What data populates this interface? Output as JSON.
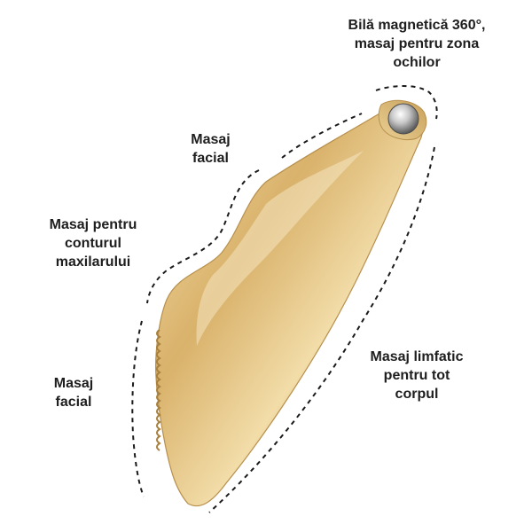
{
  "labels": {
    "eye_ball": {
      "line1": "Bilă magnetică 360°,",
      "line2": "masaj pentru zona",
      "line3": "ochilor"
    },
    "facial_top": {
      "line1": "Masaj",
      "line2": "facial"
    },
    "jawline": {
      "line1": "Masaj pentru",
      "line2": "conturul",
      "line3": "maxilarului"
    },
    "facial_bottom": {
      "line1": "Masaj",
      "line2": "facial"
    },
    "lymphatic": {
      "line1": "Masaj limfatic",
      "line2": "pentru tot",
      "line3": "corpul"
    }
  },
  "colors": {
    "gold_light": "#f7e6bd",
    "gold_mid": "#d9b26b",
    "gold_dark": "#a98443",
    "steel_light": "#f4f4f4",
    "steel_dark": "#6b6b6b",
    "text": "#1e1e1e",
    "dash": "#1a1a1a"
  }
}
